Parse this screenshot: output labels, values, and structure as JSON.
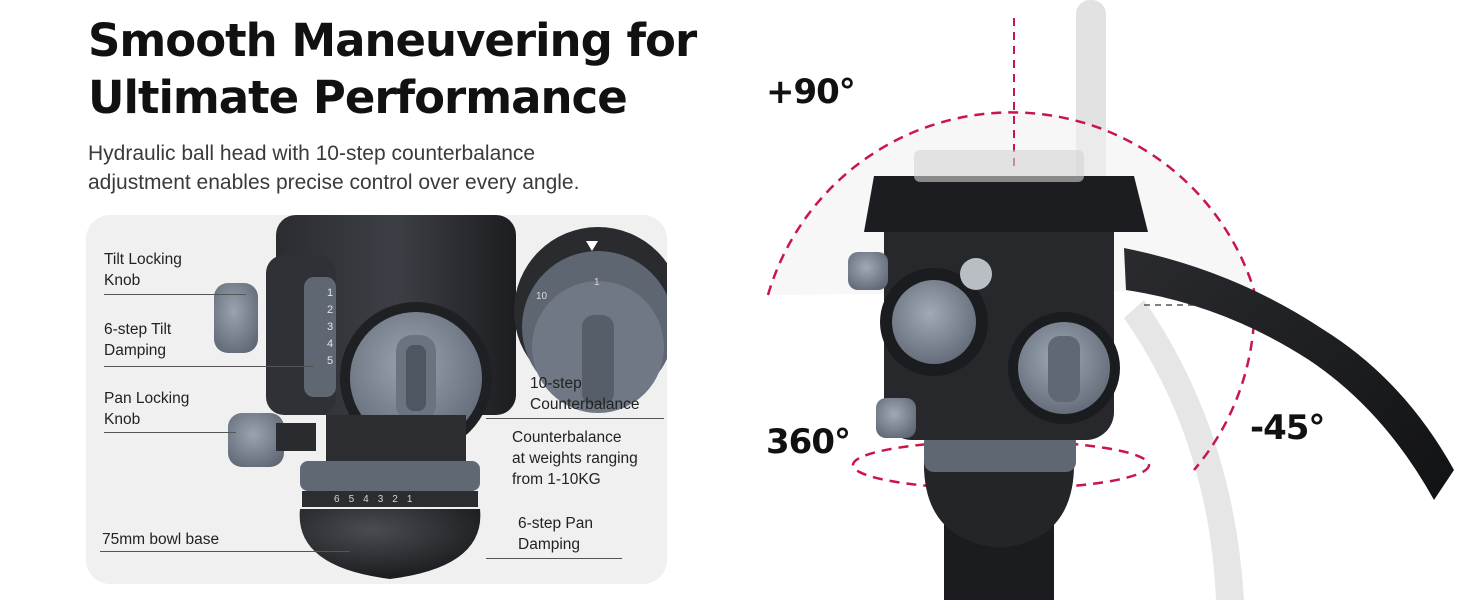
{
  "heading": {
    "line1": "Smooth Maneuvering for",
    "line2": "Ultimate Performance"
  },
  "subtitle": {
    "line1": "Hydraulic ball head with 10-step counterbalance",
    "line2": "adjustment enables precise control over every angle."
  },
  "callouts": {
    "tilt_lock_1": "Tilt Locking",
    "tilt_lock_2": "Knob",
    "tilt_damp_1": "6-step Tilt",
    "tilt_damp_2": "Damping",
    "pan_lock_1": "Pan Locking",
    "pan_lock_2": "Knob",
    "bowl": "75mm bowl base",
    "counter_1": "10-step",
    "counter_2": "Counterbalance",
    "weights_1": "Counterbalance",
    "weights_2": "at weights ranging",
    "weights_3": "from 1-10KG",
    "pan_damp_1": "6-step Pan",
    "pan_damp_2": "Damping"
  },
  "angles": {
    "up": "+90°",
    "pan": "360°",
    "down": "-45°"
  },
  "scales": {
    "tilt": [
      "1",
      "2",
      "3",
      "4",
      "5"
    ],
    "pan": [
      "6",
      "5",
      "4",
      "3",
      "2",
      "1"
    ],
    "zoom": [
      "10",
      "1"
    ]
  },
  "colors": {
    "accent": "#c8164a",
    "panel": "#f0f0f0",
    "knob": "#7a8593"
  }
}
